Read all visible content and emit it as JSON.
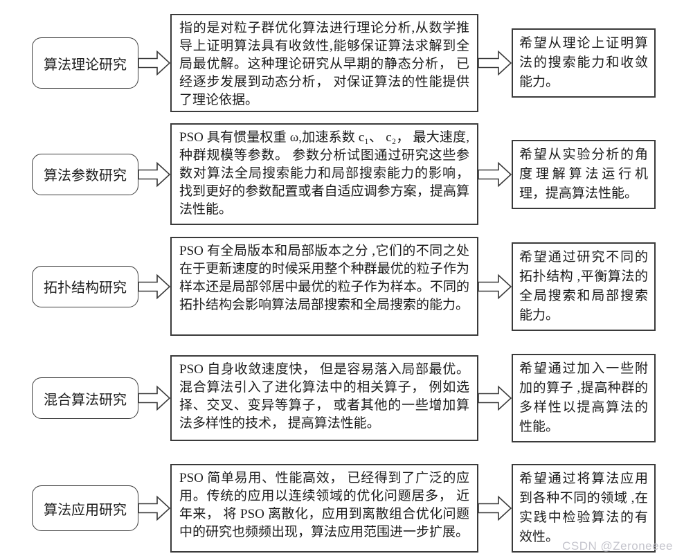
{
  "diagram": {
    "title_hint": "PSO research areas flowchart",
    "rows": [
      {
        "label": "算法理论研究",
        "description": "指的是对粒子群优化算法进行理论分析,从数学推导上证明算法具有收敛性,能够保证算法求解到全局最优解。这种理论研究从早期的静态分析， 已经逐步发展到动态分析， 对保证算法的性能提供了理论依据。",
        "goal": "希望从理论上证明算法的搜索能力和收敛能力。"
      },
      {
        "label": "算法参数研究",
        "description": "PSO 具有惯量权重 ω,加速系数 c₁、 c₂， 最大速度,种群规模等参数。 参数分析试图通过研究这些参数对算法全局搜索能力和局部搜索能力的影响， 找到更好的参数配置或者自适应调参方案，提高算法性能。",
        "goal": "希望从实验分析的角度理解算法运行机理，提高算法性能。"
      },
      {
        "label": "拓扑结构研究",
        "description": "PSO 有全局版本和局部版本之分 ,它们的不同之处在于更新速度的时候采用整个种群最优的粒子作为样本还是局部邻居中最优的粒子作为样本。不同的拓扑结构会影响算法局部搜索和全局搜索的能力。",
        "goal": "希望通过研究不同的拓扑结构 ,平衡算法的全局搜索和局部搜索能力。"
      },
      {
        "label": "混合算法研究",
        "description": "PSO 自身收敛速度快， 但是容易落入局部最优。混合算法引入了进化算法中的相关算子， 例如选择、交叉、变异等算子， 或者其他的一些增加算法多样性的技术， 提高算法性能。",
        "goal": "希望通过加入一些附加的算子 ,提高种群的多样性以提高算法的性能。"
      },
      {
        "label": "算法应用研究",
        "description": "PSO 简单易用、性能高效， 已经得到了广泛的应用。传统的应用以连续领域的优化问题居多， 近年来， 将 PSO 离散化，应用到离散组合优化问题中的研究也频频出现，算法应用范围进一步扩展。",
        "goal": "希望通过将算法应用到各种不同的领域 ,在实践中检验算法的有效性。"
      }
    ],
    "icons": {
      "connector": "arrow-right-icon"
    },
    "colors": {
      "ink": "#3a3a3a",
      "text": "#1c1c1c",
      "background": "#ffffff",
      "watermark": "#c5c5cd"
    }
  },
  "watermark": "CSDN @Zeroneeee"
}
